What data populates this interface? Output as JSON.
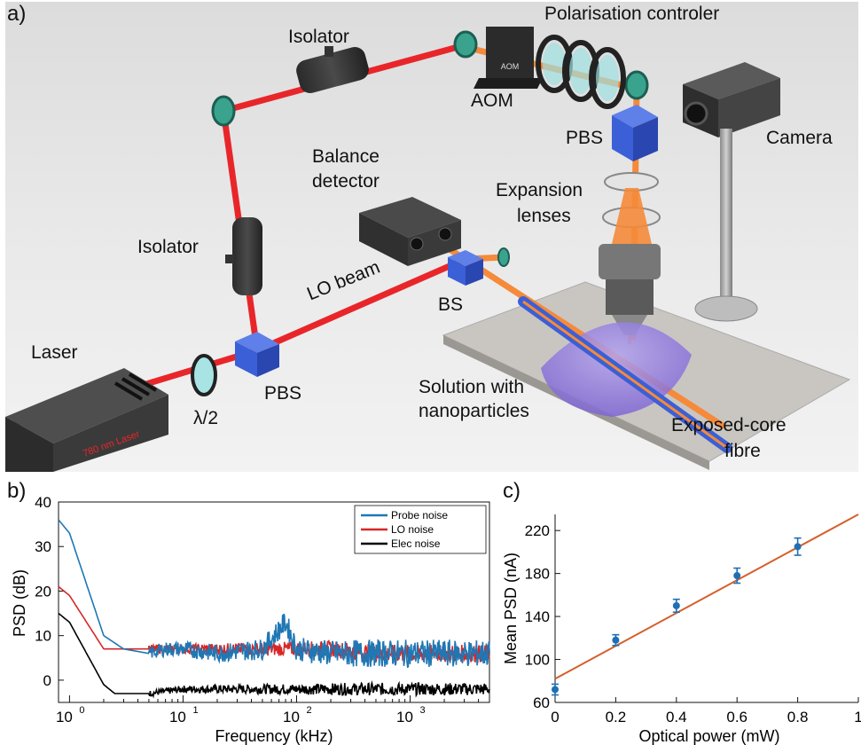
{
  "panel_a": {
    "letter": "a)",
    "labels": {
      "isolator_top": "Isolator",
      "polarisation": "Polarisation controler",
      "aom": "AOM",
      "aom_device_text": "AOM",
      "pbs_top": "PBS",
      "camera": "Camera",
      "balance_1": "Balance",
      "balance_2": "detector",
      "expansion_1": "Expansion",
      "expansion_2": "lenses",
      "isolator_left": "Isolator",
      "lo_beam": "LO beam",
      "bs": "BS",
      "laser": "Laser",
      "laser_device_text": "780 nm Laser",
      "lambda": "λ/2",
      "pbs_bottom": "PBS",
      "solution_1": "Solution with",
      "solution_2": "nanoparticles",
      "fibre_1": "Exposed-core",
      "fibre_2": "fibre"
    },
    "colors": {
      "red_beam": "#e8262a",
      "orange_beam": "#f58a3a",
      "blue_cube": "#3b5fd6",
      "dome": "#8a73d8"
    }
  },
  "panel_b": {
    "letter": "b)",
    "ylabel": "PSD (dB)",
    "xlabel": "Frequency (kHz)",
    "xtick_base": [
      "10",
      "10",
      "10",
      "10"
    ],
    "xtick_exp": [
      "0",
      "1",
      "2",
      "3"
    ],
    "yticks": [
      "40",
      "30",
      "20",
      "10",
      "0"
    ],
    "legend": [
      "Probe noise",
      "LO noise",
      "Elec noise"
    ]
  },
  "panel_c": {
    "letter": "c)",
    "ylabel": "Mean PSD (nA)",
    "xlabel": "Optical power (mW)",
    "xticks": [
      "0",
      "0.2",
      "0.4",
      "0.6",
      "0.8",
      "1"
    ],
    "yticks": [
      "60",
      "100",
      "140",
      "180",
      "220"
    ]
  },
  "chart_data": [
    {
      "type": "line",
      "xscale": "log",
      "xlim": [
        0.8,
        5000
      ],
      "ylim": [
        -5,
        40
      ],
      "xlabel": "Frequency (kHz)",
      "ylabel": "PSD (dB)",
      "legend_position": "top-right",
      "series": [
        {
          "name": "Probe noise",
          "color": "#1f77b4",
          "x": [
            0.8,
            1,
            2,
            3,
            5,
            7,
            10,
            20,
            50,
            80,
            100,
            200,
            500,
            1000,
            2000,
            5000
          ],
          "y": [
            36,
            33,
            10,
            7,
            6,
            7,
            7,
            6,
            7,
            13,
            7,
            6,
            6,
            6,
            6,
            6
          ]
        },
        {
          "name": "LO noise",
          "color": "#d62728",
          "x": [
            0.8,
            1,
            2,
            3,
            5,
            7,
            10,
            20,
            50,
            100,
            200,
            500,
            1000,
            2000,
            5000
          ],
          "y": [
            21,
            19,
            7,
            7,
            7,
            7,
            7,
            7,
            7,
            7,
            7,
            6,
            6,
            6,
            6
          ]
        },
        {
          "name": "Elec noise",
          "color": "#000000",
          "x": [
            0.8,
            1,
            2,
            2.5,
            3,
            5,
            10,
            20,
            50,
            100,
            200,
            500,
            1000,
            2000,
            5000
          ],
          "y": [
            15,
            13,
            -1,
            -3,
            -3,
            -3,
            -2,
            -2,
            -2,
            -2,
            -2,
            -2,
            -2,
            -2,
            -2
          ]
        }
      ]
    },
    {
      "type": "scatter",
      "xlim": [
        0,
        1
      ],
      "ylim": [
        60,
        235
      ],
      "xlabel": "Optical power (mW)",
      "ylabel": "Mean PSD (nA)",
      "points": {
        "x": [
          0,
          0.2,
          0.4,
          0.6,
          0.8
        ],
        "y": [
          72,
          118,
          150,
          178,
          205
        ],
        "yerr": [
          5,
          5,
          6,
          7,
          8
        ]
      },
      "fit": {
        "x": [
          0,
          1
        ],
        "y": [
          82,
          235
        ],
        "color": "#d4602c"
      }
    }
  ]
}
